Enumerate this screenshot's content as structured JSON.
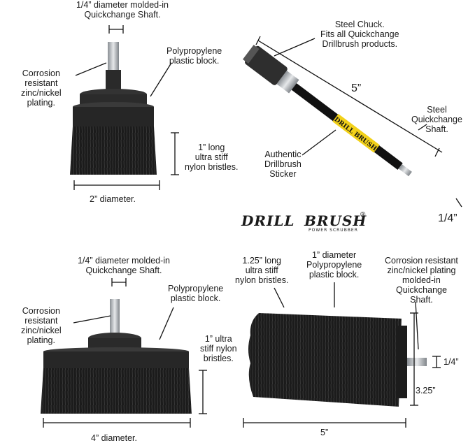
{
  "labels": {
    "tl_shaft": "1/4” diameter molded-in\nQuickchange Shaft.",
    "tl_block": "Polypropylene\nplastic block.",
    "tl_plating": "Corrosion\nresistant\nzinc/nickel\nplating.",
    "tl_bristles": "1” long\nultra stiff\nnylon bristles.",
    "tl_diameter": "2” diameter.",
    "tr_chuck": "Steel Chuck.\nFits all Quickchange\nDrillbrush products.",
    "tr_length": "5”",
    "tr_shaft": "Steel\nQuickchange\nShaft.",
    "tr_sticker": "Authentic\nDrillbrush\nSticker",
    "tr_quarter": "1/4”",
    "bl_shaft": "1/4” diameter molded-in\nQuickchange Shaft.",
    "bl_block": "Polypropylene\nplastic block.",
    "bl_plating": "Corrosion\nresistant\nzinc/nickel\nplating.",
    "bl_bristles": "1” ultra\nstiff nylon\nbristles.",
    "bl_diameter": "4” diameter.",
    "br_bristles": "1.25” long\nultra stiff\nnylon bristles.",
    "br_block": "1” diameter\nPolypropylene\nplastic block.",
    "br_plating": "Corrosion resistant\nzinc/nickel plating\nmolded-in\nQuickchange\nShaft.",
    "br_quarter": "1/4”",
    "br_height": "3.25”",
    "br_length": "5”"
  },
  "logo": {
    "brand_left": "DRILL",
    "brand_right": "BRUSH",
    "tagline": "POWER SCRUBBER",
    "registered": "®"
  },
  "sticker_text": "DRILL BRUSH",
  "colors": {
    "brush": "#1c1c1c",
    "sticker": "#f2d11a",
    "metal": "#b8bcc0"
  }
}
